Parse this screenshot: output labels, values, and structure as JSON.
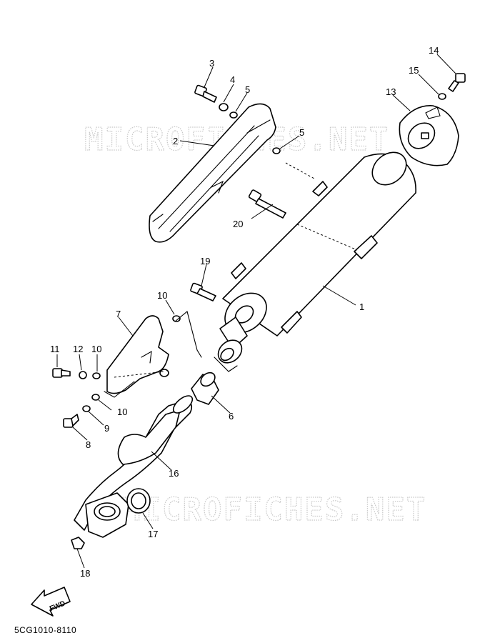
{
  "watermark": {
    "text": "MICROFICHES.NET"
  },
  "diagram_code": "5CG1010-8110",
  "direction_arrow": {
    "label": "FWD"
  },
  "callouts": {
    "c1": "1",
    "c2": "2",
    "c3": "3",
    "c4": "4",
    "c5a": "5",
    "c5b": "5",
    "c6": "6",
    "c7": "7",
    "c8": "8",
    "c9": "9",
    "c10a": "10",
    "c10b": "10",
    "c10c": "10",
    "c11": "11",
    "c12": "12",
    "c13": "13",
    "c14": "14",
    "c15": "15",
    "c16": "16",
    "c17": "17",
    "c18": "18",
    "c19": "19",
    "c20": "20"
  },
  "colors": {
    "line": "#000000",
    "watermark": "#c8c8c8",
    "background": "#ffffff"
  }
}
